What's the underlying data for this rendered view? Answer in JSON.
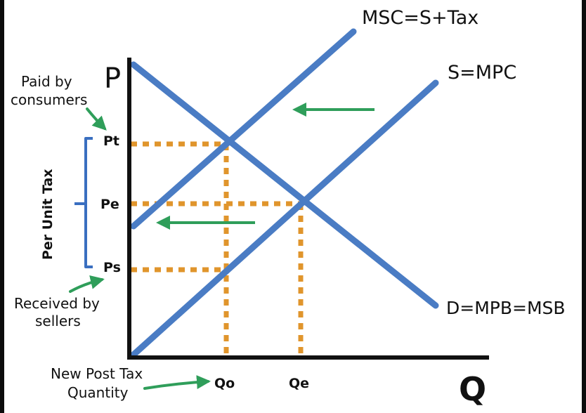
{
  "axes": {
    "y_label": "P",
    "x_label": "Q"
  },
  "curves": {
    "msc_label": "MSC=S+Tax",
    "s_label": "S=MPC",
    "d_label": "D=MPB=MSB"
  },
  "price_ticks": {
    "pt": "Pt",
    "pe": "Pe",
    "ps": "Ps"
  },
  "quantity_ticks": {
    "qo": "Qo",
    "qe": "Qe"
  },
  "annotations": {
    "paid_line1": "Paid by",
    "paid_line2": "consumers",
    "received_line1": "Received by",
    "received_line2": "sellers",
    "new_line1": "New Post Tax",
    "new_line2": "Quantity",
    "per_unit_tax": "Per Unit Tax"
  },
  "colors": {
    "background": "#ffffff",
    "curve": "#4a7cc4",
    "dotted": "#e0952c",
    "arrow": "#2f9e5a",
    "text": "#111111",
    "bracket": "#3a6fc0"
  }
}
